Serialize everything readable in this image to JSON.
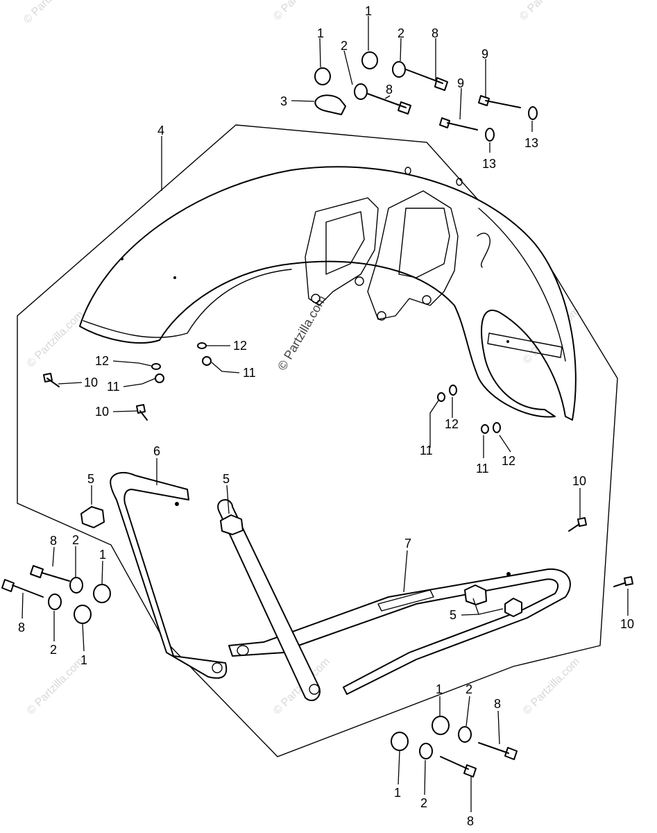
{
  "diagram": {
    "watermark": "© Partzilla.com",
    "watermark_center": "© Partzilla.com",
    "callouts": [
      {
        "id": "c1a",
        "label": "1"
      },
      {
        "id": "c1b",
        "label": "1"
      },
      {
        "id": "c2a",
        "label": "2"
      },
      {
        "id": "c8a",
        "label": "8"
      },
      {
        "id": "c2b",
        "label": "2"
      },
      {
        "id": "c8b",
        "label": "8"
      },
      {
        "id": "c3",
        "label": "3"
      },
      {
        "id": "c9a",
        "label": "9"
      },
      {
        "id": "c9b",
        "label": "9"
      },
      {
        "id": "c13a",
        "label": "13"
      },
      {
        "id": "c13b",
        "label": "13"
      },
      {
        "id": "c4",
        "label": "4"
      },
      {
        "id": "c12a",
        "label": "12"
      },
      {
        "id": "c11a",
        "label": "11"
      },
      {
        "id": "c12b",
        "label": "12"
      },
      {
        "id": "c10a",
        "label": "10"
      },
      {
        "id": "c11b",
        "label": "11"
      },
      {
        "id": "c10b",
        "label": "10"
      },
      {
        "id": "c11c",
        "label": "11"
      },
      {
        "id": "c12c",
        "label": "12"
      },
      {
        "id": "c11d",
        "label": "11"
      },
      {
        "id": "c12d",
        "label": "12"
      },
      {
        "id": "c6",
        "label": "6"
      },
      {
        "id": "c5a",
        "label": "5"
      },
      {
        "id": "c5b",
        "label": "5"
      },
      {
        "id": "c10c",
        "label": "10"
      },
      {
        "id": "c7",
        "label": "7"
      },
      {
        "id": "c8c",
        "label": "8"
      },
      {
        "id": "c2c",
        "label": "2"
      },
      {
        "id": "c1c",
        "label": "1"
      },
      {
        "id": "c8d",
        "label": "8"
      },
      {
        "id": "c2d",
        "label": "2"
      },
      {
        "id": "c1d",
        "label": "1"
      },
      {
        "id": "c5c",
        "label": "5"
      },
      {
        "id": "c10d",
        "label": "10"
      },
      {
        "id": "c1e",
        "label": "1"
      },
      {
        "id": "c2e",
        "label": "2"
      },
      {
        "id": "c8e",
        "label": "8"
      },
      {
        "id": "c1f",
        "label": "1"
      },
      {
        "id": "c2f",
        "label": "2"
      },
      {
        "id": "c8f",
        "label": "8"
      }
    ]
  }
}
